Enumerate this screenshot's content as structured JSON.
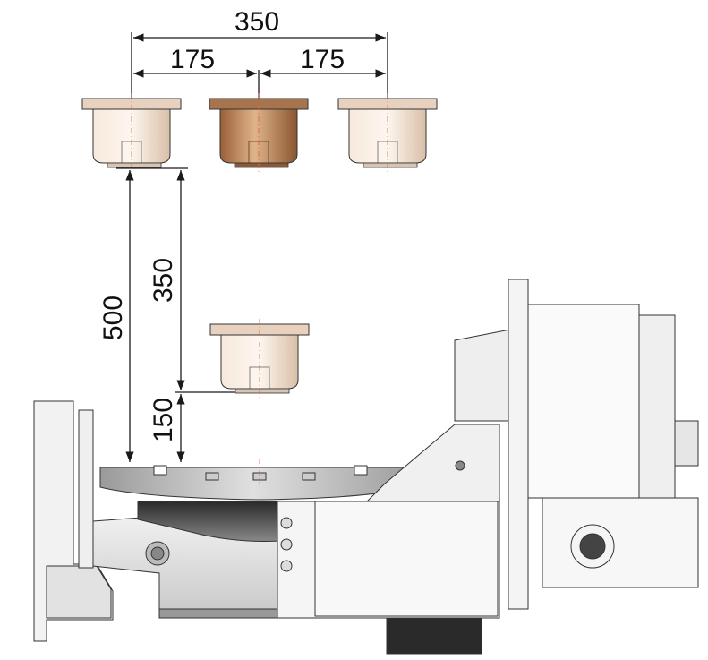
{
  "dimensions": {
    "top_total": "350",
    "top_left_half": "175",
    "top_right_half": "175",
    "vertical_total": "500",
    "vertical_upper": "350",
    "vertical_lower": "150"
  },
  "colors": {
    "line": "#1a1a1a",
    "centerline": "#e06040",
    "part_light": "#f1dcc8",
    "part_active": "#c08a5c",
    "machine_light": "#f4f4f4",
    "machine_mid": "#d6d6d6",
    "machine_dark": "#555555"
  }
}
